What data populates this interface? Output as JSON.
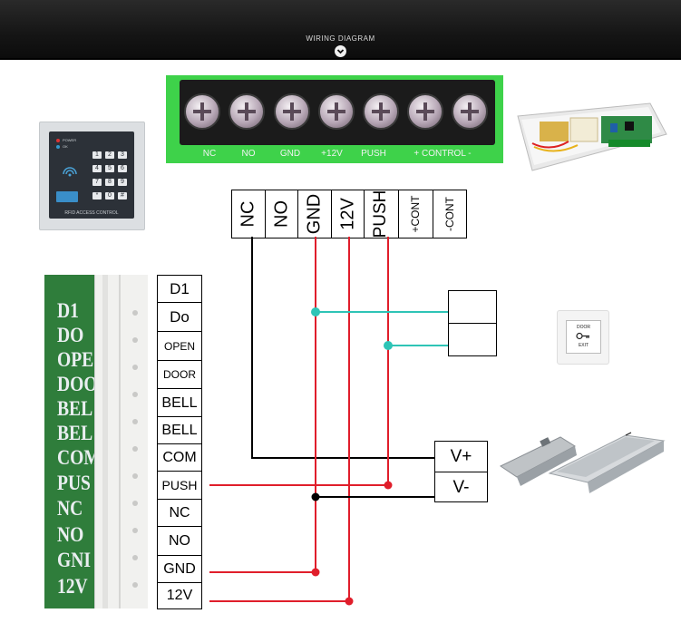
{
  "header": {
    "title": "WIRING DIAGRAM"
  },
  "terminal_photo_labels": [
    "NC",
    "NO",
    "GND",
    "+12V",
    "PUSH",
    "+ CONTROL -"
  ],
  "terminal_table": [
    "NC",
    "NO",
    "GND",
    "12V",
    "PUSH",
    "+CONT",
    "-CONT"
  ],
  "keypad": {
    "status_labels": [
      "POWER",
      "OK"
    ],
    "keys": [
      "1",
      "2",
      "3",
      "4",
      "5",
      "6",
      "7",
      "8",
      "9",
      "*",
      "0",
      "#"
    ],
    "footer": "RFID ACCESS CONTROL"
  },
  "controller_board_labels": [
    "D1",
    "DO",
    "OPE",
    "DOO",
    "BEL",
    "BEL",
    "COM",
    "PUS",
    "NC",
    "NO",
    "GNI",
    "12V"
  ],
  "controller_pins": [
    "D1",
    "Do",
    "OPEN",
    "DOOR",
    "BELL",
    "BELL",
    "COM",
    "PUSH",
    "NC",
    "NO",
    "GND",
    "12V"
  ],
  "exit_button": {
    "top_text": "DOOR",
    "bottom_text": "EXIT"
  },
  "lock_terminals": [
    "V+",
    "V-"
  ],
  "colors": {
    "red_wire": "#e01e2b",
    "teal_wire": "#2ec4b6",
    "black_wire": "#000000",
    "terminal_green": "#3ed24a",
    "header_dark": "#151515"
  }
}
